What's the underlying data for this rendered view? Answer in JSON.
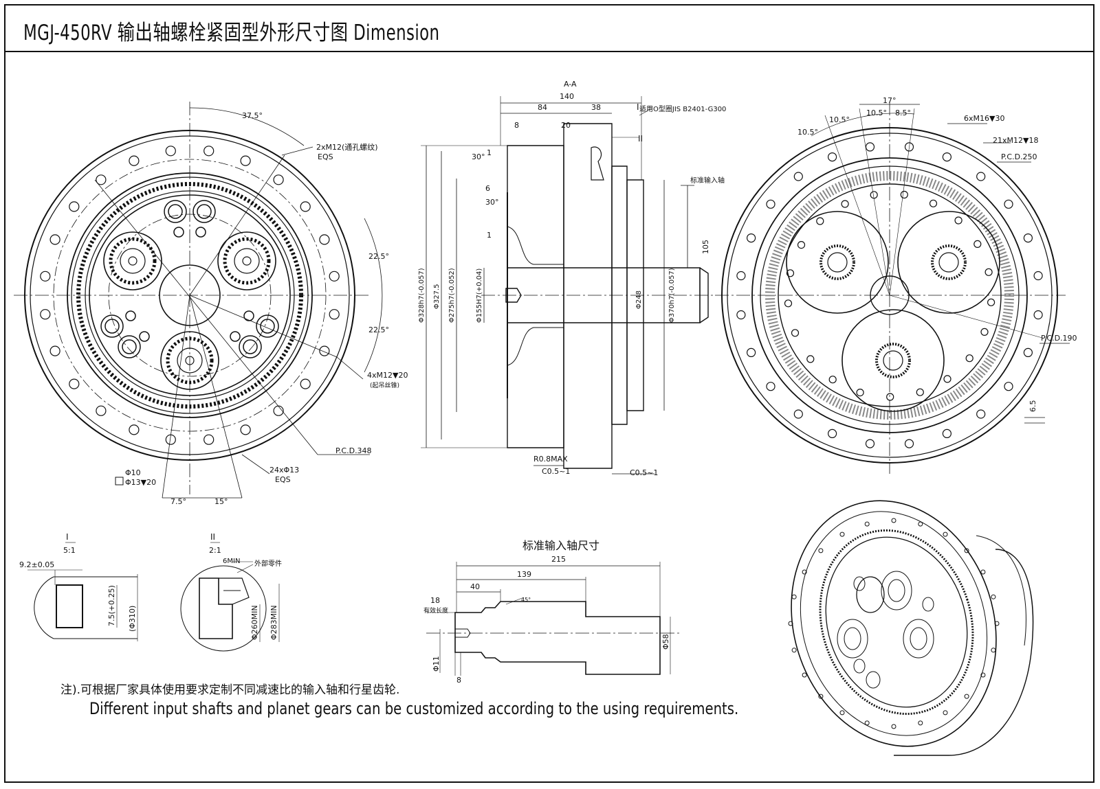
{
  "title": "MGJ-450RV 输出轴螺栓紧固型外形尺寸图 Dimension",
  "front_view": {
    "angle_top": "37.5°",
    "tap_holes_top": "2xM12(通孔螺纹)",
    "eqs_top": "EQS",
    "angle_right_1": "22.5°",
    "angle_right_2": "22.5°",
    "lift_holes": "4xM12▼20",
    "lift_note": "(起吊丝锥)",
    "pcd": "P.C.D.348",
    "through_holes": "24xΦ13",
    "eqs_bottom": "EQS",
    "pin_hole": "Φ10",
    "counterbore": "Φ13▼20",
    "angle_bottom_left": "7.5°",
    "angle_bottom_right": "15°"
  },
  "section_view": {
    "label": "A-A",
    "dim_total": "140",
    "dim_84": "84",
    "dim_38": "38",
    "dim_8": "8",
    "dim_20": "20",
    "oring_note": "适用O型圈JIS B2401-G300",
    "detail_I": "I",
    "detail_II": "II",
    "angle_30a": "30°",
    "angle_30b": "30°",
    "dim_6": "6",
    "dim_1a": "1",
    "dim_1b": "1",
    "std_shaft": "标准输入轴",
    "dim_105": "105",
    "dia_328": "Φ328h7(-0.057)",
    "dia_3275": "Φ327.5",
    "dia_275": "Φ275h7(-0.052)",
    "dia_155": "Φ155H7(+0.04)",
    "dia_248": "Φ248",
    "dia_370": "Φ370h7(-0.057)",
    "radius": "R0.8MAX",
    "chamfer_left": "C0.5~1",
    "chamfer_right": "C0.5~1"
  },
  "rear_view": {
    "angle_17": "17°",
    "angle_105a": "10.5°",
    "angle_105b": "10.5°",
    "angle_105c": "10.5°",
    "angle_85": "8.5°",
    "tap_holes_a": "6xM16▼30",
    "tap_holes_b": "21xM12▼18",
    "pcd_250": "P.C.D.250",
    "pcd_190": "P.C.D.190",
    "dim_65": "6.5"
  },
  "detail_I": {
    "label": "I",
    "scale": "5:1",
    "dim_92": "9.2±0.05",
    "dim_75": "7.5(+0.25)",
    "dia_310": "(Φ310)"
  },
  "detail_II": {
    "label": "II",
    "scale": "2:1",
    "dim_6min": "6MIN",
    "external_part": "外部零件",
    "dia_260": "Φ260MIN",
    "dia_283": "Φ283MIN"
  },
  "shaft": {
    "title": "标准输入轴尺寸",
    "dim_215": "215",
    "dim_139": "139",
    "dim_40": "40",
    "dim_18": "18",
    "eff_len": "有效长度",
    "angle_45": "45°",
    "dia_58": "Φ58",
    "dia_11": "Φ11",
    "dim_8": "8"
  },
  "notes": {
    "cn": "注).可根据厂家具体使用要求定制不同减速比的输入轴和行星齿轮.",
    "en": "Different input shafts and planet gears can be customized according to the using requirements."
  }
}
